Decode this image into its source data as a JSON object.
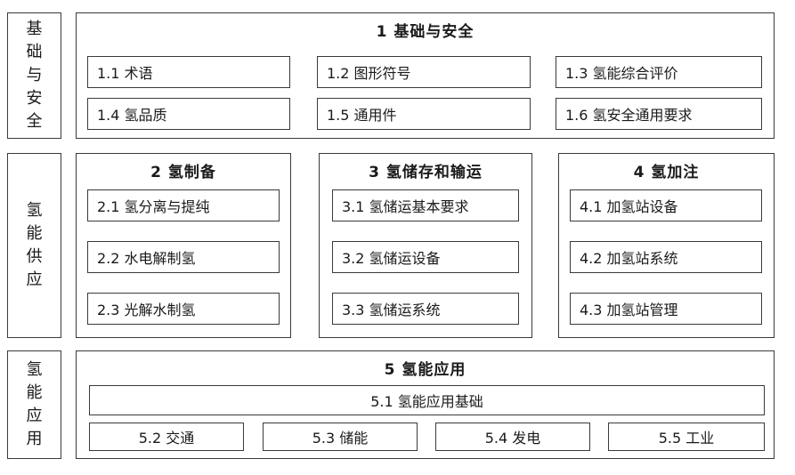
{
  "rows": [
    {
      "side_label": [
        "基",
        "础",
        "与",
        "安",
        "全"
      ],
      "title": "1 基础与安全",
      "items": [
        "1.1 术语",
        "1.2 图形符号",
        "1.3 氢能综合评价",
        "1.4 氢品质",
        "1.5 通用件",
        "1.6 氢安全通用要求"
      ]
    },
    {
      "side_label": [
        "氢",
        "能",
        "供",
        "应"
      ],
      "groups": [
        {
          "title": "2 氢制备",
          "items": [
            "2.1 氢分离与提纯",
            "2.2 水电解制氢",
            "2.3 光解水制氢"
          ]
        },
        {
          "title": "3 氢储存和输运",
          "items": [
            "3.1 氢储运基本要求",
            "3.2 氢储运设备",
            "3.3 氢储运系统"
          ]
        },
        {
          "title": "4 氢加注",
          "items": [
            "4.1 加氢站设备",
            "4.2 加氢站系统",
            "4.3 加氢站管理"
          ]
        }
      ]
    },
    {
      "side_label": [
        "氢",
        "能",
        "应",
        "用"
      ],
      "title": "5 氢能应用",
      "base_item": "5.1 氢能应用基础",
      "items": [
        "5.2 交通",
        "5.3 储能",
        "5.4 发电",
        "5.5 工业"
      ]
    }
  ]
}
